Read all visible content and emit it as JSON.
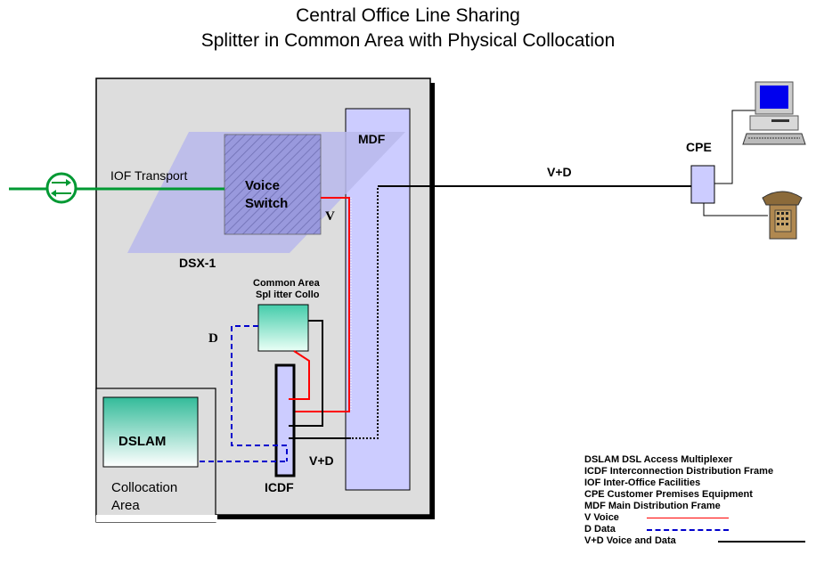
{
  "title": {
    "line1": "Central Office Line Sharing",
    "line2": "Splitter in Common Area with Physical Collocation"
  },
  "labels": {
    "iof_transport": "IOF Transport",
    "voice_switch_1": "Voice",
    "voice_switch_2": "Switch",
    "mdf": "MDF",
    "v": "V",
    "dsx1": "DSX-1",
    "splitter_1": "Common Area",
    "splitter_2": "Spl itter Collo",
    "d": "D",
    "dslam": "DSLAM",
    "vd_inside": "V+D",
    "icdf": "ICDF",
    "colloc_1": "Collocation",
    "colloc_2": "Area",
    "vd_line": "V+D",
    "cpe": "CPE"
  },
  "legend": [
    {
      "text": "DSLAM DSL Access Multiplexer"
    },
    {
      "text": "ICDF  Interconnection Distribution Frame"
    },
    {
      "text": "IOF  Inter-Office Facilities"
    },
    {
      "text": "CPE Customer Premises Equipment"
    },
    {
      "text": "MDF   Main Distribution Frame"
    },
    {
      "text": "V   Voice",
      "line": "solid",
      "color": "#ff0000"
    },
    {
      "text": "D   Data",
      "line": "dashed",
      "color": "#0000cc"
    },
    {
      "text": "V+D   Voice and Data",
      "line": "solid",
      "color": "#000000"
    }
  ],
  "colors": {
    "voice": "#ff0000",
    "data": "#0000cc",
    "mdf_fill": "#ccccff",
    "iof_green": "#009933",
    "building": "#dddddd"
  },
  "icons": [
    "computer-icon",
    "telephone-icon",
    "transport-circle-icon"
  ]
}
